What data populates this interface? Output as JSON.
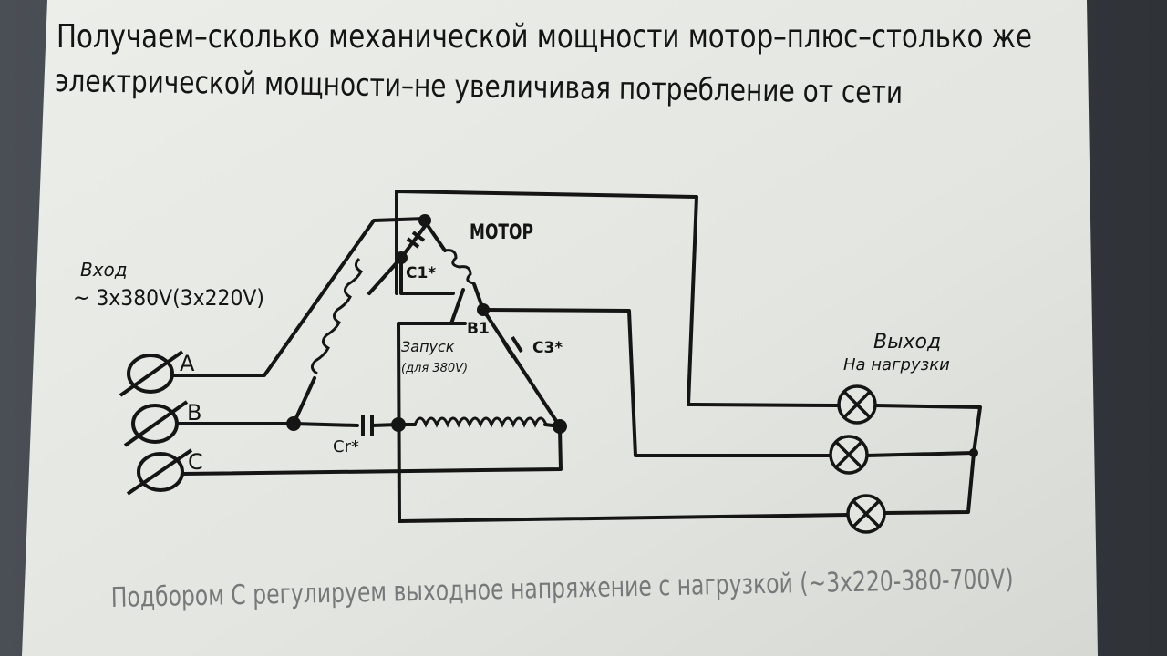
{
  "header": {
    "line1": "Получаем–сколько механической мощности мотор–плюс–столько же",
    "line2": "электрической мощности–не увеличивая потребление от сети"
  },
  "labels": {
    "motor": "МОТОР",
    "input_title": "Вход",
    "input_spec": "~ 3х380V(3х220V)",
    "phase_a": "A",
    "phase_b": "B",
    "phase_c": "C",
    "start_title": "Запуск",
    "start_note": "(для 380V)",
    "c1": "C1*",
    "c3": "C3*",
    "cr": "Cr*",
    "b1": "B1",
    "output_title": "Выход",
    "output_note": "На нагрузки"
  },
  "footer": {
    "note": "Подбором С регулируем выходное напряжение с нагрузкой (~3х220-380-700V)"
  },
  "colors": {
    "paper": "#e6e7e4",
    "ink": "#151515",
    "faded_ink": "#77787a",
    "background": "#3f434a"
  }
}
